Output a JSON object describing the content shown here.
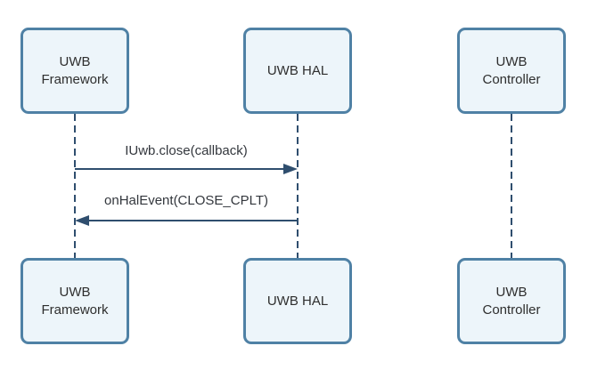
{
  "diagram_type": "sequence-diagram",
  "colors": {
    "background": "#ffffff",
    "actor_box_fill": "#edf5fa",
    "actor_box_border": "#4f81a5",
    "line_color": "#2f4e6e",
    "text_color": "#2e2e2e"
  },
  "actors": [
    {
      "id": "uwb-framework",
      "label": "UWB Framework"
    },
    {
      "id": "uwb-hal",
      "label": "UWB HAL"
    },
    {
      "id": "uwb-controller",
      "label": "UWB Controller"
    }
  ],
  "messages": [
    {
      "label": "IUwb.close(callback)",
      "from": "uwb-framework",
      "to": "uwb-hal",
      "direction": "right",
      "line_style": "solid"
    },
    {
      "label": "onHalEvent(CLOSE_CPLT)",
      "from": "uwb-hal",
      "to": "uwb-framework",
      "direction": "left",
      "line_style": "solid"
    }
  ]
}
